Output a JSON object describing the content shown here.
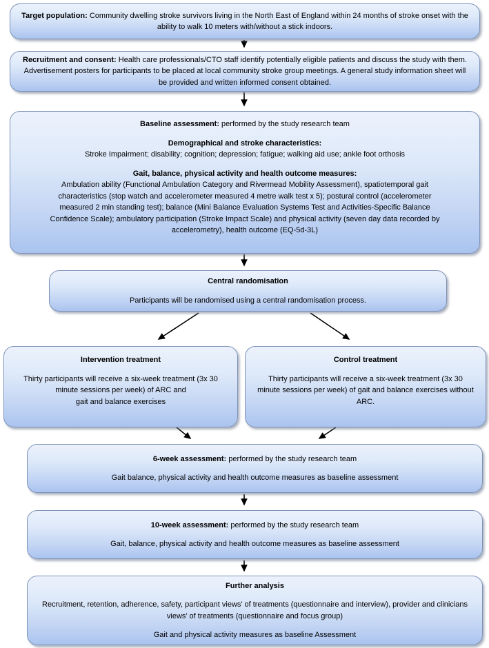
{
  "boxes": {
    "target": {
      "bold": "Target population:",
      "text": " Community dwelling stroke survivors living in the North East of England within 24 months of stroke onset with the ability to walk 10 meters with/without a stick indoors."
    },
    "recruitment": {
      "bold": "Recruitment and consent:",
      "text": " Health care professionals/CTO staff identify potentially eligible patients and discuss the study with them. Advertisement posters for participants to be placed at local community stroke group meetings. A general study information sheet will be provided and written informed consent obtained."
    },
    "baseline": {
      "bold": "Baseline assessment:",
      "text": " performed by the study research team",
      "section1_heading": "Demographical and stroke characteristics:",
      "section1_body": "Stroke Impairment; disability; cognition; depression; fatigue; walking aid use; ankle foot orthosis",
      "section2_heading": "Gait, balance, physical activity and health outcome measures:",
      "section2_body": "Ambulation ability (Functional Ambulation Category and Rivermead Mobility Assessment), spatiotemporal gait characteristics (stop watch and accelerometer measured 4 metre walk test x 5); postural control (accelerometer measured 2 min standing test); balance (Mini Balance Evaluation Systems Test and Activities-Specific Balance Confidence Scale); ambulatory participation (Stroke Impact Scale) and physical activity (seven day data recorded by accelerometry), health outcome (EQ-5d-3L)"
    },
    "randomisation": {
      "title": "Central randomisation",
      "body": "Participants will be randomised using a central randomisation process."
    },
    "intervention": {
      "title": "Intervention treatment",
      "body_line1": "Thirty participants will receive a six-week treatment (3x 30 minute sessions per week) of ARC and",
      "body_line2": "gait and balance exercises"
    },
    "control": {
      "title": "Control treatment",
      "body": "Thirty participants will receive a six-week treatment (3x 30 minute sessions per week) of gait and balance exercises without ARC."
    },
    "week6": {
      "bold": "6-week assessment:",
      "text": " performed by the study research team",
      "body": "Gait balance, physical activity and health outcome measures as baseline assessment"
    },
    "week10": {
      "bold": "10-week assessment:",
      "text": " performed by the study research team",
      "body": "Gait, balance, physical activity and health outcome measures as baseline assessment"
    },
    "further": {
      "title": "Further analysis",
      "body1": "Recruitment, retention, adherence, safety, participant views’ of treatments (questionnaire and interview), provider and clinicians views’ of treatments (questionnaire and focus group)",
      "body2": "Gait and physical activity measures as baseline Assessment"
    }
  },
  "colors": {
    "box_gradient_top": "#ecf2fc",
    "box_gradient_bottom": "#aac4ef",
    "box_border": "#7d92b8",
    "arrow": "#000000"
  }
}
